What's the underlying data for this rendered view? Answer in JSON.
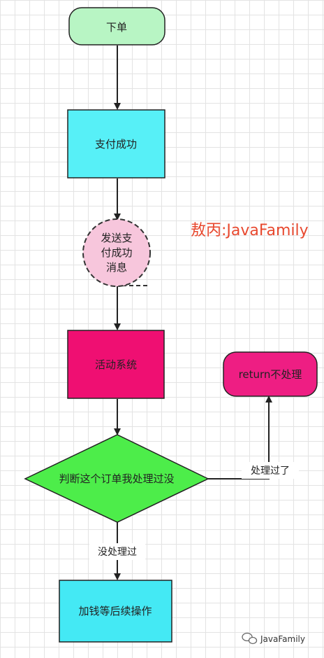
{
  "nodes": {
    "order": "下单",
    "payment_success": "支付成功",
    "send_message": [
      "发送支",
      "付成功",
      "消息"
    ],
    "activity_system": "活动系统",
    "decision": "判断这个订单我处理过没",
    "return_node": "return不处理",
    "final_action": "加钱等后续操作"
  },
  "edges": {
    "processed": "处理过了",
    "not_processed": "没处理过"
  },
  "watermark": "敖丙:JavaFamily",
  "footer": {
    "brand": "JavaFamily"
  },
  "colors": {
    "order_fill": "#b8f5c4",
    "payment_fill": "#57f0f7",
    "message_fill": "#f7c6dc",
    "activity_fill": "#ef0f72",
    "decision_fill": "#4ded4a",
    "return_fill": "#ee1e83",
    "final_fill": "#44e9f4",
    "watermark": "#e8492f"
  }
}
